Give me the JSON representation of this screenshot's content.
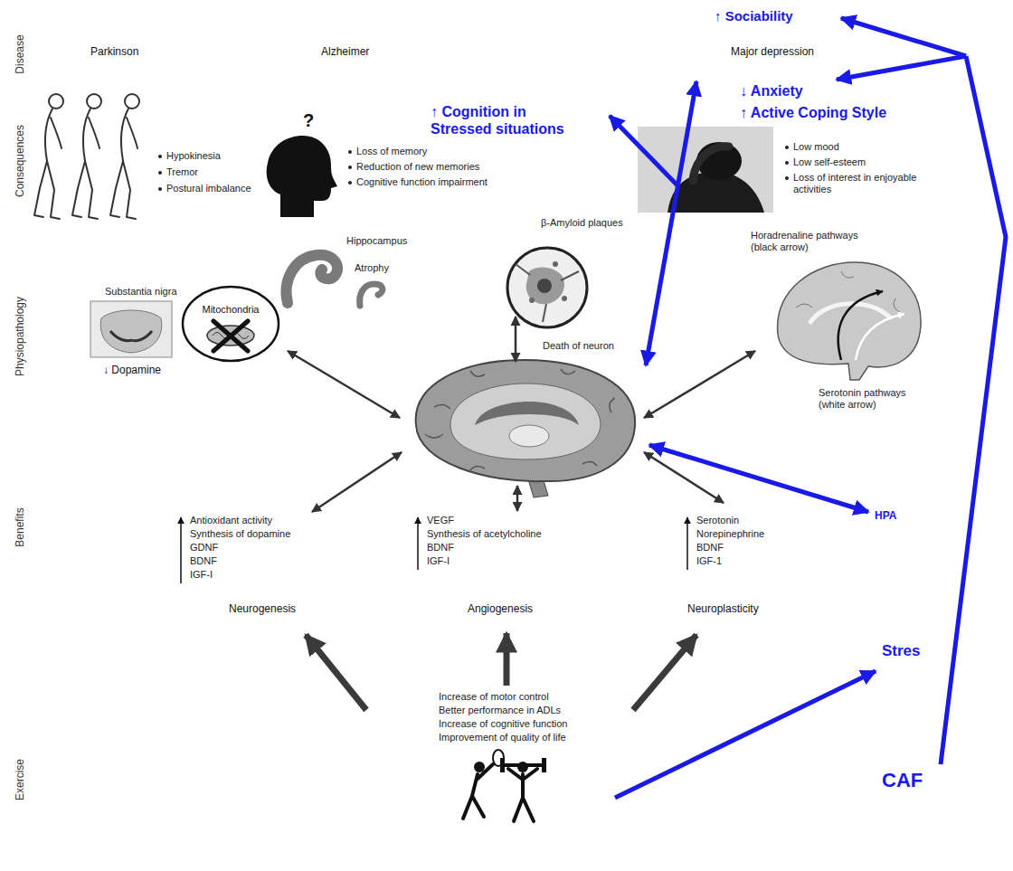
{
  "diagram": {
    "nodes": [
      {
        "text": [
          "Mitochondria"
        ]
      }
    ],
    "labels": [
      "Disease",
      "Parkinson",
      "Alzheimer",
      "Major depression",
      "↑ Sociability",
      "↓ Anxiety",
      "↑ Active Coping Style",
      "Consequences",
      "↑ Cognition in Stressed situations",
      "?",
      "Hypokinesia",
      "Tremor",
      "Postural imbalance",
      "Loss of memory",
      "Reduction of new memories",
      "Cognitive function impairment",
      "Low mood",
      "Low self-esteem",
      "Loss of interest in enjoyable activities",
      "β-Amyloid plaques",
      "Hippocampus",
      "Horadrenaline pathways (black arrow)",
      "Atrophy",
      "Physiopathology",
      "Substantia nigra",
      "Death of neuron",
      "↓ Dopamine",
      "Serotonin pathways (white arrow)",
      "HPA",
      "Benefits",
      "Antioxidant activity",
      "Synthesis of dopamine",
      "GDNF",
      "BDNF",
      "IGF-I",
      "VEGF",
      "Synthesis of acetylcholine",
      "BDNF",
      "IGF-I",
      "Serotonin",
      "Norepinephrine",
      "BDNF",
      "IGF-1",
      "Neurogenesis",
      "Angiogenesis",
      "Neuroplasticity",
      "Stres",
      "Exercise",
      "Increase of motor control",
      "Better performance in ADLs",
      "Increase of cognitive function",
      "Improvement of quality of life",
      "CAF"
    ]
  }
}
